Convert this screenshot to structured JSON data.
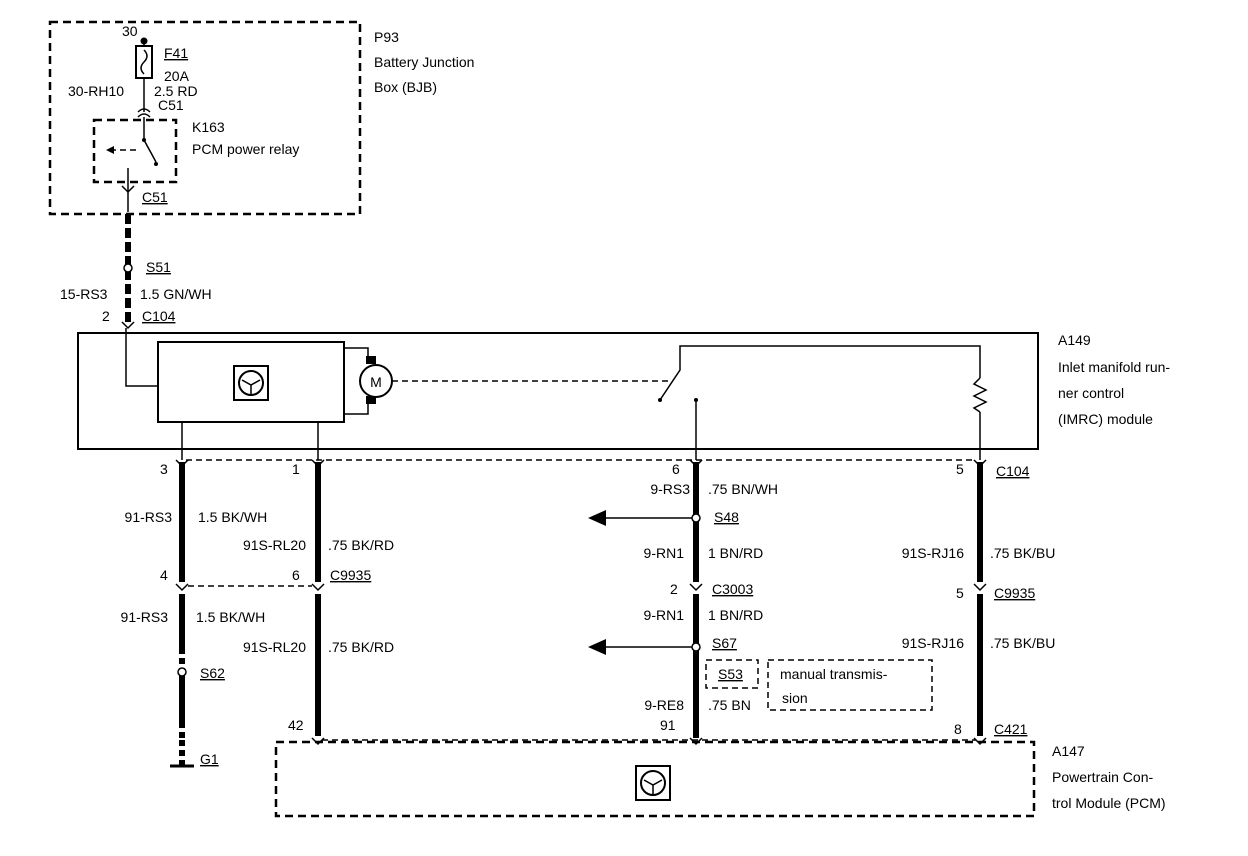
{
  "bjb": {
    "id": "P93",
    "name_line1": "Battery Junction",
    "name_line2": "Box (BJB)",
    "terminal_30": "30",
    "fuse_id": "F41",
    "fuse_rating": "20A",
    "fuse_wire": "2.5 RD",
    "circuit_30": "30-RH10",
    "connector_top": "C51",
    "connector_bottom": "C51",
    "relay_id": "K163",
    "relay_name": "PCM power relay"
  },
  "feed": {
    "splice": "S51",
    "circuit": "15-RS3",
    "wire": "1.5 GN/WH",
    "pin": "2",
    "connector": "C104"
  },
  "imrc": {
    "id": "A149",
    "name_line1": "Inlet manifold run-",
    "name_line2": "ner control",
    "name_line3": "(IMRC) module",
    "motor_label": "M"
  },
  "c104_pins": {
    "p3": "3",
    "p1": "1",
    "p6": "6",
    "p5": "5",
    "connector": "C104"
  },
  "c9935": {
    "p4": "4",
    "p6": "6",
    "p5": "5",
    "connector": "C9935",
    "connector_right": "C9935"
  },
  "c3003": {
    "pin": "2",
    "connector": "C3003"
  },
  "wires": {
    "w1_circuit": "91-RS3",
    "w1_wire": "1.5 BK/WH",
    "w2_circuit": "91S-RL20",
    "w2_wire": ".75 BK/RD",
    "w3_circuit": "9-RS3",
    "w3_wire": ".75 BN/WH",
    "w4_circuit": "9-RN1",
    "w4_wire": "1 BN/RD",
    "w5_circuit": "91S-RJ16",
    "w5_wire": ".75 BK/BU",
    "w6_circuit": "91-RS3",
    "w6_wire": "1.5 BK/WH",
    "w7_circuit": "91S-RL20",
    "w7_wire": ".75 BK/RD",
    "w8_circuit": "9-RN1",
    "w8_wire": "1 BN/RD",
    "w9_circuit": "91S-RJ16",
    "w9_wire": ".75 BK/BU",
    "w10_circuit": "9-RE8",
    "w10_wire": ".75 BN"
  },
  "splices": {
    "s48": "S48",
    "s67": "S67",
    "s53": "S53",
    "s62": "S62"
  },
  "ground": "G1",
  "note_line1": "manual transmis-",
  "note_line2": "sion",
  "pcm": {
    "id": "A147",
    "name_line1": "Powertrain Con-",
    "name_line2": "trol Module (PCM)",
    "pin42": "42",
    "pin91": "91",
    "pin8": "8",
    "connector": "C421"
  }
}
